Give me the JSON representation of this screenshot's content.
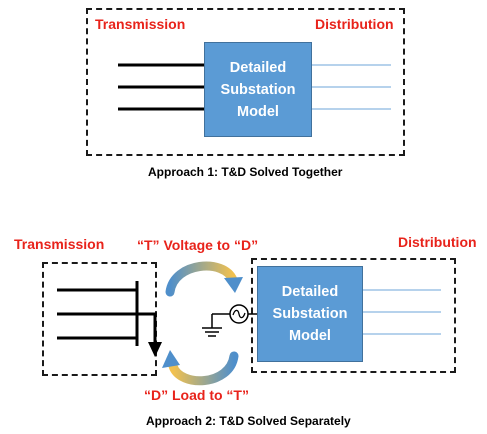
{
  "approach1": {
    "transmission_label": "Transmission",
    "distribution_label": "Distribution",
    "substation_lines": [
      "Detailed",
      "Substation",
      "Model"
    ],
    "caption": "Approach 1: T&D Solved Together"
  },
  "approach2": {
    "transmission_label": "Transmission",
    "distribution_label": "Distribution",
    "substation_lines": [
      "Detailed",
      "Substation",
      "Model"
    ],
    "voltage_arrow_label": "“T” Voltage to “D”",
    "load_arrow_label": "“D” Load to “T”",
    "caption": "Approach 2: T&D Solved Separately"
  },
  "colors": {
    "label_red": "#e8231b",
    "substation_fill": "#5b9bd5",
    "feeder_line": "#9dc3e6",
    "arrow_gold": "#f2c14e",
    "arrow_blue": "#4f8fcb"
  }
}
